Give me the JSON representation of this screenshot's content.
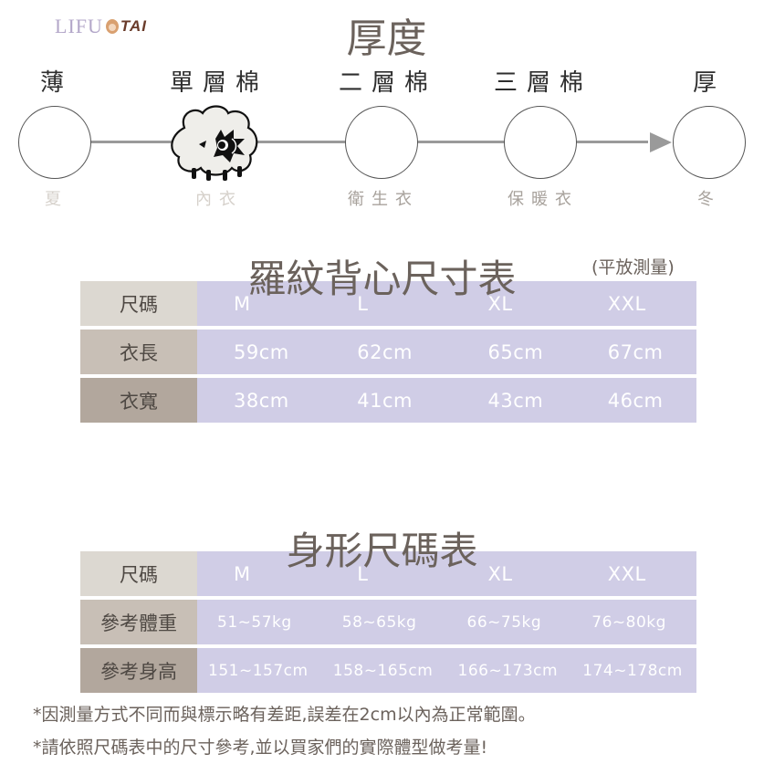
{
  "brand": {
    "logo_left": "LIFU",
    "logo_right": "TAI"
  },
  "thickness": {
    "title": "厚度",
    "scale": [
      {
        "top_label": "薄",
        "bottom_label": "夏",
        "marker": "circle"
      },
      {
        "top_label": "單層棉",
        "bottom_label": "內衣",
        "marker": "sheep-icon"
      },
      {
        "top_label": "二層棉",
        "bottom_label": "衛生衣",
        "marker": "circle"
      },
      {
        "top_label": "三層棉",
        "bottom_label": "保暖衣",
        "marker": "circle"
      },
      {
        "top_label": "厚",
        "bottom_label": "冬",
        "marker": "circle"
      }
    ],
    "selected_index": 1
  },
  "garment_table": {
    "title": "羅紋背心尺寸表",
    "note": "(平放測量)",
    "headers": [
      "尺碼",
      "M",
      "L",
      "XL",
      "XXL"
    ],
    "rows": [
      {
        "label": "衣長",
        "values": [
          "59cm",
          "62cm",
          "65cm",
          "67cm"
        ]
      },
      {
        "label": "衣寬",
        "values": [
          "38cm",
          "41cm",
          "43cm",
          "46cm"
        ]
      }
    ]
  },
  "body_table": {
    "title": "身形尺碼表",
    "headers": [
      "尺碼",
      "M",
      "L",
      "XL",
      "XXL"
    ],
    "rows": [
      {
        "label": "參考體重",
        "values": [
          "51~57kg",
          "58~65kg",
          "66~75kg",
          "76~80kg"
        ]
      },
      {
        "label": "參考身高",
        "values": [
          "151~157cm",
          "158~165cm",
          "166~173cm",
          "174~178cm"
        ]
      }
    ]
  },
  "footer": {
    "line1": "*因測量方式不同而與標示略有差距,誤差在2cm以內為正常範圍。",
    "line2": "*請依照尺碼表中的尺寸參考,並以買家們的實際體型做考量!"
  },
  "colors": {
    "title_gray": "#6b625c",
    "cell_lavender": "#d0cde6",
    "label_light": "#dcd8d1",
    "label_mid": "#c8bfb6",
    "label_dark": "#b2a79d",
    "track_gray": "#9a9a9a"
  }
}
